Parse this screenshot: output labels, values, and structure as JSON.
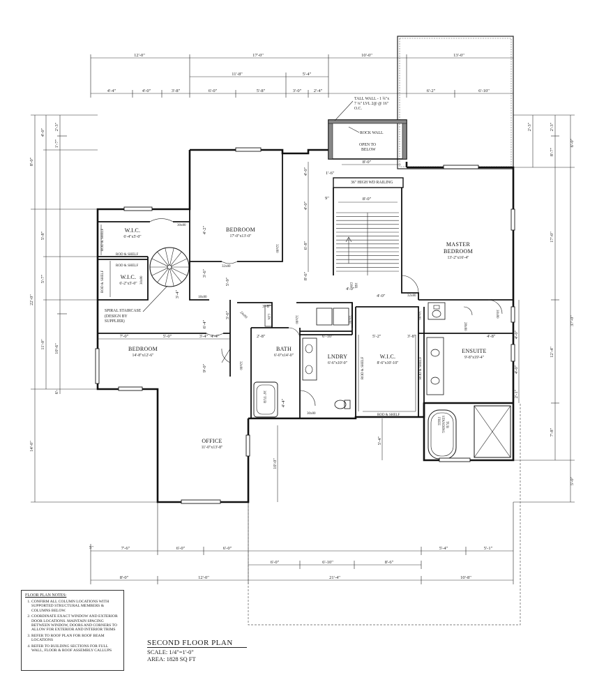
{
  "plan": {
    "title": "SECOND FLOOR PLAN",
    "scale": "SCALE: 1/4\"=1'-0\"",
    "area": "AREA: 1828 SQ FT"
  },
  "notes": {
    "title": "FLOOR PLAN NOTES:",
    "items": [
      "CONFIRM ALL COLUMN LOCATIONS WITH SUPPORTED STRUCTURAL MEMBERS & COLUMNS BELOW.",
      "COORDINATE EXACT WINDOW AND EXTERIOR DOOR LOCATIONS. MAINTAIN SPACING BETWEEN WINDOW, DOORS AND CORNERS TO ALLOW FOR EXTERIOR AND INTERIOR TRIMS",
      "REFER TO ROOF PLAN FOR ROOF BEAM LOCATIONS",
      "REFER TO BUILDING SECTIONS FOR FULL WALL, FLOOR & ROOF ASSEMBLY CALLUPS"
    ]
  },
  "rooms": {
    "bedroom1": {
      "name": "BEDROOM",
      "size": "17'-0\"x13'-0\""
    },
    "bedroom2": {
      "name": "BEDROOM",
      "size": "14'-8\"x12'-6\""
    },
    "master": {
      "name1": "MASTER",
      "name2": "BEDROOM",
      "size": "13'-2\"x16'-4\""
    },
    "wic1": {
      "name": "W.I.C.",
      "size": "6'-4\"x5'-0\""
    },
    "wic2": {
      "name": "W.I.C.",
      "size": "6'-2\"x5'-0\""
    },
    "wic3": {
      "name": "W.I.C.",
      "size": "8'-6\"x10'-10\""
    },
    "bath": {
      "name": "BATH",
      "size": "6'-0\"x14'-0\""
    },
    "laundry": {
      "name": "LNDRY",
      "size": "6'-6\"x10'-0\""
    },
    "ensuite": {
      "name": "ENSUITE",
      "size": "9'-8\"x19'-4\""
    },
    "office": {
      "name": "OFFICE",
      "size": "11'-0\"x13'-8\""
    }
  },
  "annotations": {
    "tall_wall_1": "TALL WALL - 1 ¾\"x",
    "tall_wall_2": "7 ¼\" LVL 2@ @ 16\"",
    "tall_wall_3": "O.C.",
    "rock_wall": "ROCK WALL",
    "open_below_1": "OPEN TO",
    "open_below_2": "BELOW",
    "railing": "36\" HIGH WD RAILING",
    "spiral_1": "SPIRAL STAIRCASE",
    "spiral_2": "(DESIGN BY",
    "spiral_3": "SUPPLIER)",
    "stairs_dn": "DN",
    "stairs_risers": "16R",
    "tub": "36\" TUB",
    "free_tub_1": "FREE",
    "free_tub_2": "STANDING",
    "free_tub_3": "TUB",
    "rod_shelf": "ROD & SHELF",
    "lin": "LIN",
    "door_30x80": "30x80",
    "door_32x80": "32x80",
    "door_28x80": "28x80",
    "door_18x80": "18x80",
    "door_24x80": "24x80"
  },
  "dims": {
    "top_row1": [
      "12'-0\"",
      "17'-0\"",
      "10'-0\"",
      "13'-0\""
    ],
    "top_row2": [
      "11'-8\"",
      "5'-4\""
    ],
    "top_row3": [
      "4'-4\"",
      "4'-0\"",
      "3'-8\"",
      "6'-0\"",
      "5'-8\"",
      "3'-0\"",
      "2'-4\"",
      "6'-2\"",
      "6'-10\""
    ],
    "left_outer": [
      "8'-0\"",
      "22'-0\"",
      "14'-0\""
    ],
    "left_mid": [
      "4'-0\"",
      "5'-8\"",
      "5'-7\"",
      "11'-0\""
    ],
    "left_inner": [
      "2'-3\"",
      "1'-7\"",
      "10'-6\"",
      "6'-"
    ],
    "right_outer": [
      "6'-0\"",
      "37'-0\"",
      "5'-0\""
    ],
    "right_mid": [
      "2'-3\"",
      "8'-7\"",
      "17'-0\"",
      "12'-4\"",
      "7'-8\""
    ],
    "right_inner": [
      "2'-3\"",
      "4'-0\"",
      "4'-0\"",
      "2'-1\""
    ],
    "bottom_row1": [
      "7'-6\"",
      "6'-0\"",
      "6'-0\"",
      "5'-4\"",
      "5'-1\""
    ],
    "bottom_row2": [
      "6'-0\"",
      "6'-10\"",
      "8'-6\""
    ],
    "bottom_row3": [
      "8'-0\"",
      "12'-0\"",
      "21'-4\"",
      "10'-8\""
    ],
    "bottom_small": "5\"",
    "interior": {
      "open_8": "8'-0\"",
      "rail_8": "8'-0\"",
      "stair_4a": "4'-0\"",
      "stair_4b": "4'-0\"",
      "stair_4c": "4'-0\"",
      "stair_6_8": "6'-8\"",
      "stair_8_6": "8'-6\"",
      "wall_1_6": "1'-6\"",
      "wall_9": "9\"",
      "b1_4_2": "4'-2\"",
      "b1_3_6": "3'-6\"",
      "b1_5_9": "5'-9\"",
      "b1_3_6b": "3'-6\"",
      "hall_3_8": "3'-8\"",
      "hall_2_8": "2'-8\"",
      "hall_6_10": "6'-10\"",
      "hall_5_2": "5'-2\"",
      "hall_3_8b": "3'-8\"",
      "hall_4_8": "4'-8\"",
      "b2_7": "7'-0\"",
      "b2_5": "5'-0\"",
      "b2_3_4": "3'-4\"",
      "b2_4_4": "4'-4\"",
      "b2_6_4": "6'-4\"",
      "b2_9": "9'-0\"",
      "b2_3_4b": "3'-4\"",
      "bath_4_4": "4'-4\"",
      "off_10": "10'-0\"",
      "ens_5_4": "5'-4\"",
      "stair_4d": "4'-0\""
    }
  }
}
